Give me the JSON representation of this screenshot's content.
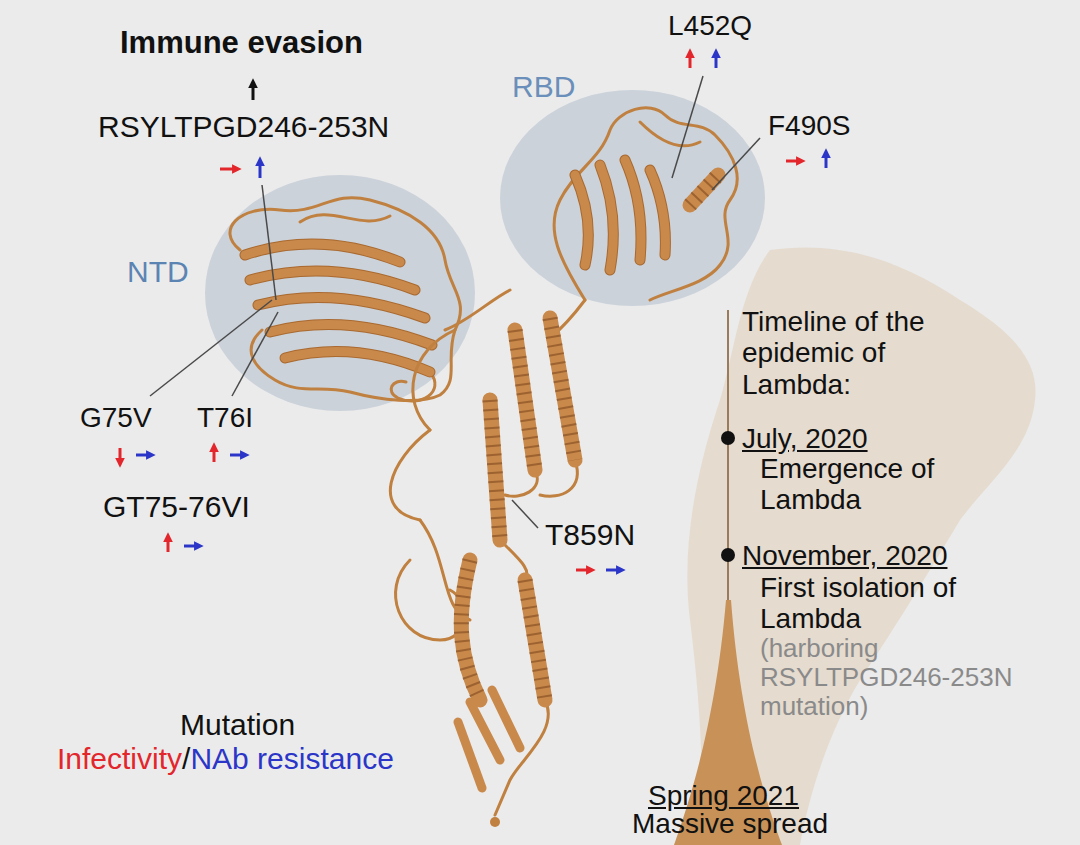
{
  "diagram": {
    "nodes": [
      {
        "text": [
          "NTD"
        ]
      },
      {
        "text": [
          "RBD"
        ]
      }
    ],
    "labels": [
      "Immune evasion",
      "RSYLTPGD246-253N",
      "L452Q",
      "F490S",
      "G75V",
      "T76I",
      "GT75-76VI",
      "T859N",
      "Timeline of the epidemic of Lambda:",
      "July, 2020",
      "Emergence of Lambda",
      "November, 2020",
      "First isolation of Lambda",
      "(harboring RSYLTPGD246-253N mutation)",
      "Spring 2021",
      "Massive spread",
      "Mutation",
      "/"
    ],
    "legend": [
      {
        "text": "Infectivity",
        "color": "#e3262b"
      },
      {
        "text": "NAb resistance",
        "color": "#2b36c8"
      }
    ]
  }
}
